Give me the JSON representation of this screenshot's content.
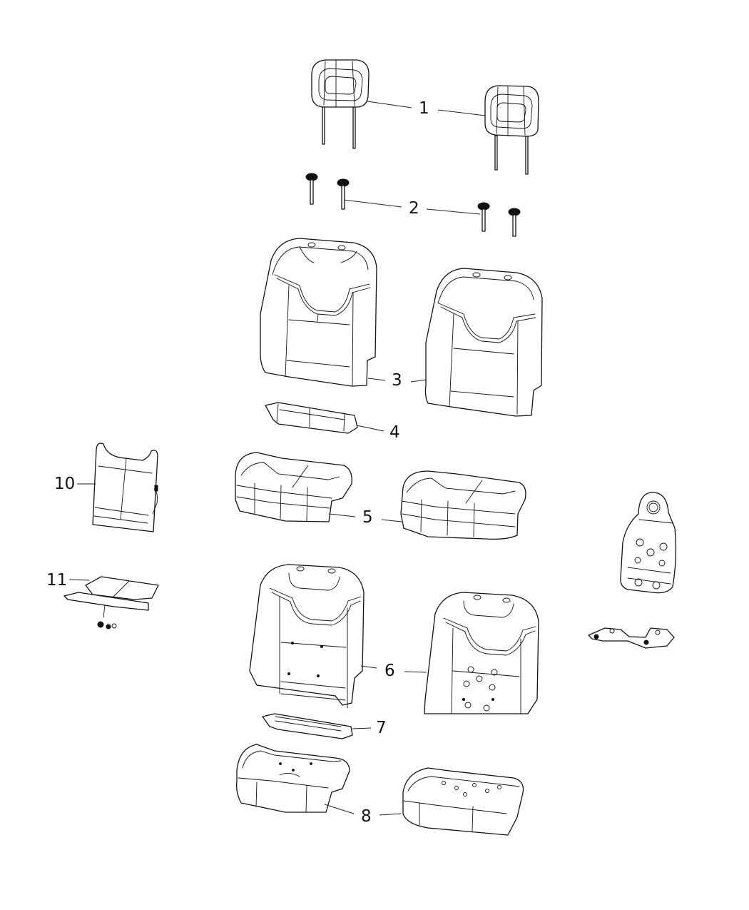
{
  "diagram": {
    "type": "exploded-parts-diagram",
    "subject": "Front seat components",
    "callouts": [
      {
        "id": "1",
        "label": "1",
        "part": "headrest",
        "count": 2
      },
      {
        "id": "2",
        "label": "2",
        "part": "headrest-guide",
        "count": 4
      },
      {
        "id": "3",
        "label": "3",
        "part": "seat-back-cover",
        "count": 2
      },
      {
        "id": "4",
        "label": "4",
        "part": "seat-back-lower-trim",
        "count": 1
      },
      {
        "id": "5",
        "label": "5",
        "part": "seat-cushion-cover",
        "count": 2
      },
      {
        "id": "6",
        "label": "6",
        "part": "seat-back-foam",
        "count": 2
      },
      {
        "id": "7",
        "label": "7",
        "part": "seat-back-lower-foam",
        "count": 1
      },
      {
        "id": "8",
        "label": "8",
        "part": "seat-cushion-foam",
        "count": 2
      },
      {
        "id": "10",
        "label": "10",
        "part": "seat-back-heater-element",
        "count": 1
      },
      {
        "id": "11",
        "label": "11",
        "part": "seat-cushion-heater-element",
        "count": 1
      }
    ],
    "unlabeled_parts": [
      "lumbar-support-pad",
      "lumbar-bracket"
    ]
  }
}
